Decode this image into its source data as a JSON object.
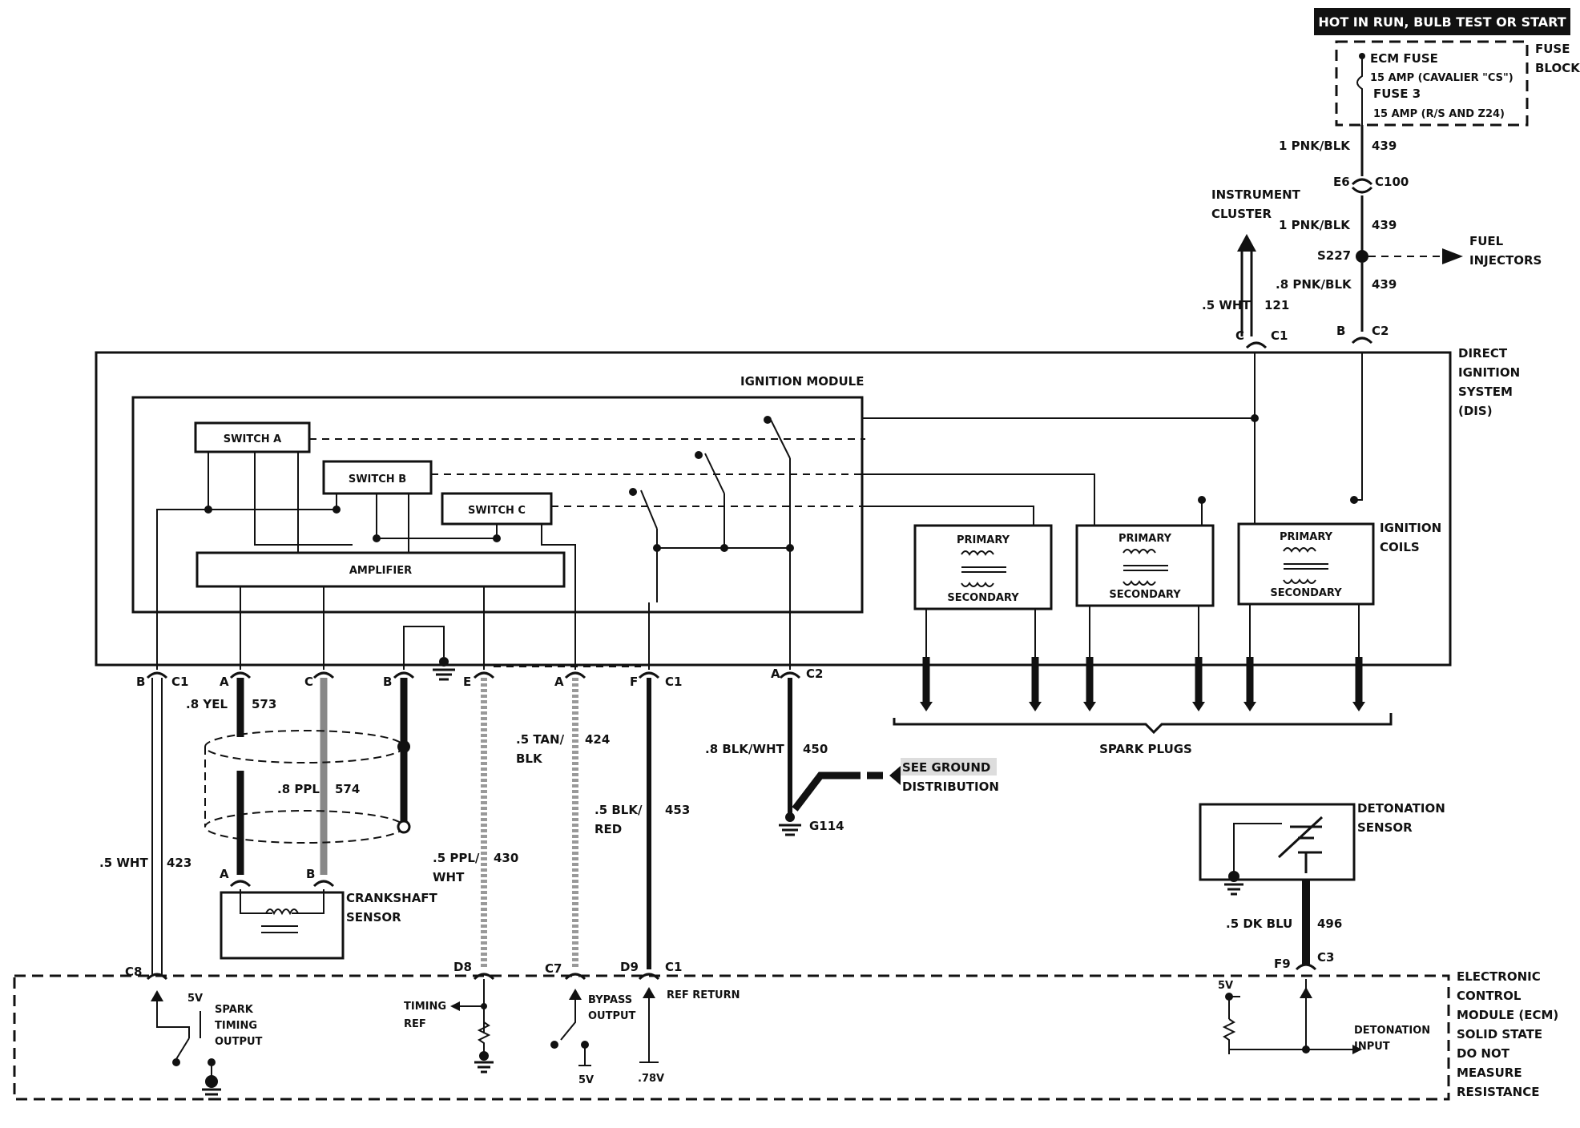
{
  "header": {
    "power_label": "HOT IN RUN, BULB TEST OR START"
  },
  "fuse_block": {
    "label_line1": "FUSE",
    "label_line2": "BLOCK",
    "ecm_fuse": "ECM FUSE",
    "ecm_fuse_rating": "15 AMP (CAVALIER \"CS\")",
    "fuse3": "FUSE 3",
    "fuse3_rating": "15 AMP (R/S AND Z24)"
  },
  "power_feed": {
    "wire1": "1 PNK/BLK",
    "circuit1": "439",
    "conn_pin": "E6",
    "conn": "C100",
    "wire2": "1 PNK/BLK",
    "circuit2": "439",
    "splice": "S227",
    "wire3": ".8 PNK/BLK",
    "circuit3": "439",
    "pin_c2": "B",
    "conn_c2": "C2"
  },
  "fuel_injectors": {
    "line1": "FUEL",
    "line2": "INJECTORS"
  },
  "instrument_cluster": {
    "line1": "INSTRUMENT",
    "line2": "CLUSTER",
    "wire": ".5 WHT",
    "circuit": "121",
    "pin": "C",
    "conn": "C1"
  },
  "dis": {
    "line1": "DIRECT",
    "line2": "IGNITION",
    "line3": "SYSTEM",
    "line4": "(DIS)"
  },
  "ignition_module": {
    "title": "IGNITION MODULE",
    "switch_a": "SWITCH A",
    "switch_b": "SWITCH B",
    "switch_c": "SWITCH C",
    "amplifier": "AMPLIFIER"
  },
  "ignition_coils": {
    "line1": "IGNITION",
    "line2": "COILS",
    "coils": [
      {
        "primary": "PRIMARY",
        "secondary": "SECONDARY"
      },
      {
        "primary": "PRIMARY",
        "secondary": "SECONDARY"
      },
      {
        "primary": "PRIMARY",
        "secondary": "SECONDARY"
      }
    ]
  },
  "spark_plugs": "SPARK PLUGS",
  "module_pins": {
    "b_c1": {
      "pin": "B",
      "conn": "C1",
      "wire": ".5 WHT",
      "circuit": "423"
    },
    "a": {
      "pin": "A",
      "wire": ".8 YEL",
      "circuit": "573"
    },
    "c": {
      "pin": "C",
      "wire": ".8 PPL",
      "circuit": "574"
    },
    "b": {
      "pin": "B"
    },
    "e": {
      "pin": "E",
      "wire1": ".5 PPL/",
      "wire2": "WHT",
      "circuit": "430"
    },
    "a2": {
      "pin": "A",
      "wire1": ".5 TAN/",
      "wire2": "BLK",
      "circuit": "424"
    },
    "f": {
      "pin": "F",
      "conn": "C1",
      "wire1": ".5 BLK/",
      "wire2": "RED",
      "circuit": "453"
    },
    "a_c2": {
      "pin": "A",
      "conn": "C2",
      "wire": ".8 BLK/WHT",
      "circuit": "450"
    }
  },
  "crankshaft_sensor": {
    "line1": "CRANKSHAFT",
    "line2": "SENSOR",
    "pin_a": "A",
    "pin_b": "B"
  },
  "ground": {
    "see1": "SEE GROUND",
    "see2": "DISTRIBUTION",
    "id": "G114"
  },
  "detonation_sensor": {
    "line1": "DETONATION",
    "line2": "SENSOR",
    "wire": ".5 DK BLU",
    "circuit": "496",
    "pin": "F9",
    "conn": "C3"
  },
  "ecm": {
    "line1": "ELECTRONIC",
    "line2": "CONTROL",
    "line3": "MODULE (ECM)",
    "line4": "SOLID STATE",
    "line5": "DO NOT",
    "line6": "MEASURE",
    "line7": "RESISTANCE",
    "pin_c8": "C8",
    "pin_d8": "D8",
    "pin_c7": "C7",
    "pin_d9": "D9",
    "conn_c1": "C1",
    "five_v": "5V",
    "spark_timing1": "SPARK",
    "spark_timing2": "TIMING",
    "spark_timing3": "OUTPUT",
    "timing_ref1": "TIMING",
    "timing_ref2": "REF",
    "bypass1": "BYPASS",
    "bypass2": "OUTPUT",
    "ref_return": "REF RETURN",
    "bypass_5v": "5V",
    "ref_voltage": ".78V",
    "det_5v": "5V",
    "det_input1": "DETONATION",
    "det_input2": "INPUT"
  }
}
